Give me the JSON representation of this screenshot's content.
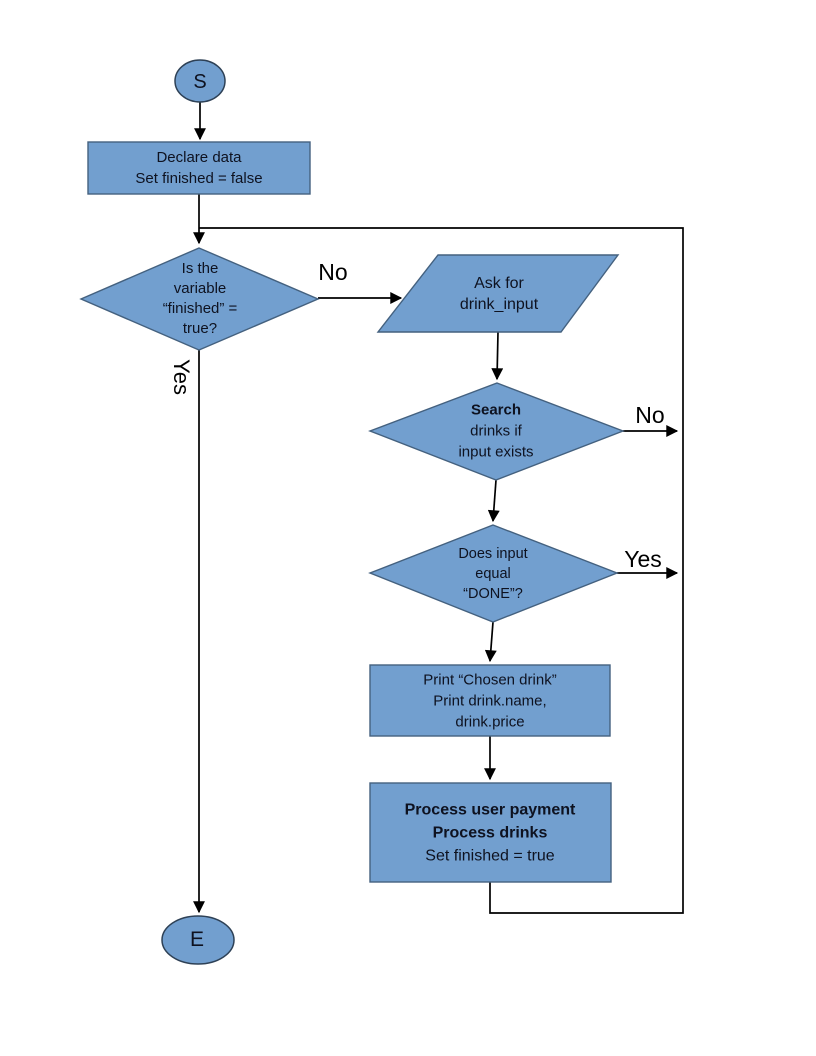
{
  "diagram_type": "flowchart",
  "colors": {
    "node_fill": "#729fcf",
    "node_stroke": "#44617f",
    "connector": "#000000",
    "text": "#0e1220"
  },
  "nodes": {
    "start": {
      "label": "S",
      "shape": "terminator-oval"
    },
    "declare": {
      "shape": "process-rectangle",
      "line1": "Declare data",
      "line2": "Set finished = false"
    },
    "finished_check": {
      "shape": "decision-diamond",
      "line1": "Is the",
      "line2": "variable",
      "line3": "“finished” =",
      "line4": "true?"
    },
    "ask_input": {
      "shape": "io-parallelogram",
      "line1": "Ask for",
      "line2": "drink_input"
    },
    "search": {
      "shape": "decision-diamond",
      "line1": "Search",
      "line2": "drinks if",
      "line3": "input exists"
    },
    "done_check": {
      "shape": "decision-diamond",
      "line1": "Does input",
      "line2": "equal",
      "line3": "“DONE”?"
    },
    "print_drink": {
      "shape": "process-rectangle",
      "line1": "Print “Chosen drink”",
      "line2": "Print drink.name,",
      "line3": "drink.price"
    },
    "process_payment": {
      "shape": "process-rectangle",
      "line1": "Process user payment",
      "line2": "Process drinks",
      "line3": "Set finished = true"
    },
    "end": {
      "label": "E",
      "shape": "terminator-oval"
    }
  },
  "edge_labels": {
    "finished_no": "No",
    "finished_yes": "Yes",
    "search_no": "No",
    "done_yes": "Yes"
  }
}
